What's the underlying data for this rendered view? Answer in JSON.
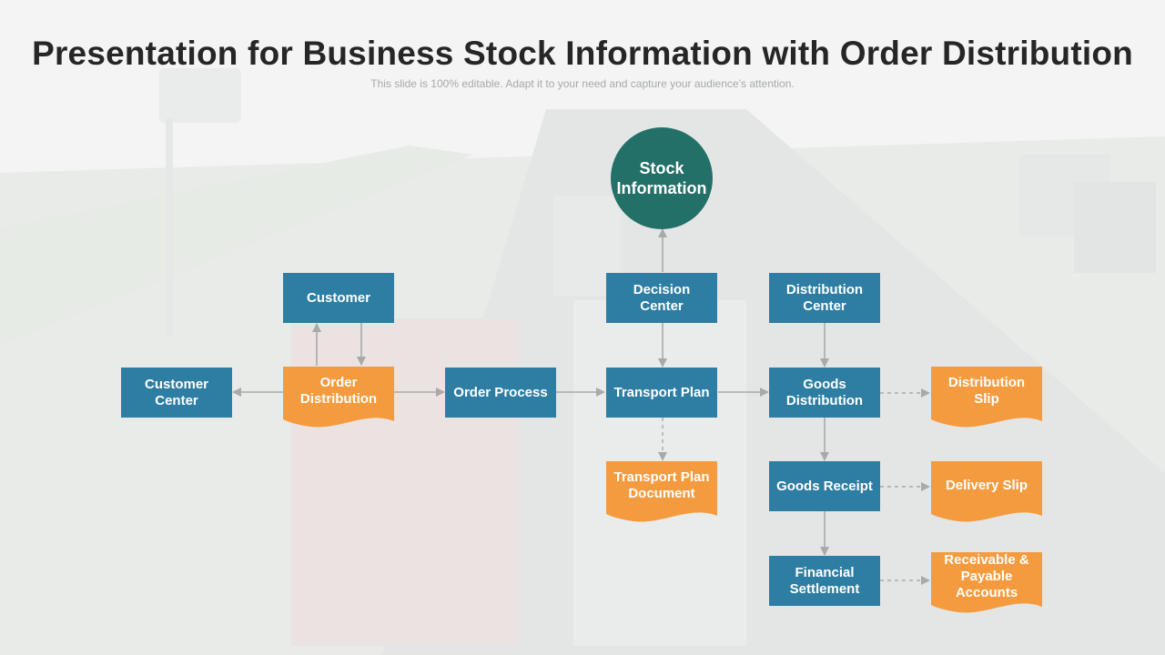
{
  "slide": {
    "title": "Presentation for Business Stock Information with Order Distribution",
    "subtitle": "This slide is 100% editable. Adapt it to your need and capture your audience’s attention."
  },
  "colors": {
    "box": "#2e7ea3",
    "document": "#f59b3f",
    "circle": "#227068",
    "connector": "#a9a9a9"
  },
  "flowchart": {
    "stock_information": "Stock Information",
    "customer": "Customer",
    "customer_center": "Customer Center",
    "order_distribution": "Order Distribution",
    "order_process": "Order Process",
    "decision_center": "Decision Center",
    "transport_plan": "Transport Plan",
    "transport_plan_document": "Transport Plan Document",
    "distribution_center": "Distribution Center",
    "goods_distribution": "Goods Distribution",
    "distribution_slip": "Distribution Slip",
    "goods_receipt": "Goods Receipt",
    "delivery_slip": "Delivery Slip",
    "financial_settlement": "Financial Settlement",
    "receivable_payable_accounts": "Receivable & Payable Accounts"
  }
}
